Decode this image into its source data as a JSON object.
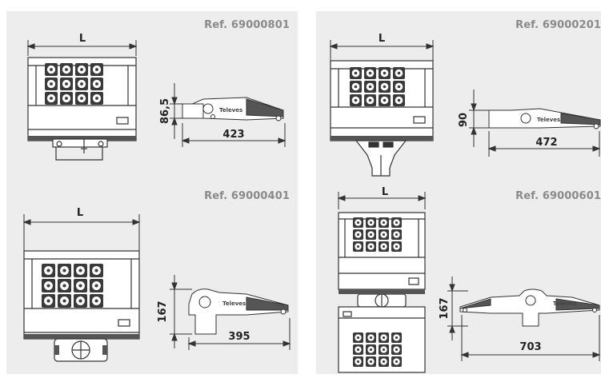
{
  "panels": [
    {
      "ref": "Ref. 69000801",
      "width_label": "L",
      "height_dim": "86,5",
      "length_dim": "423",
      "brand": "Televes"
    },
    {
      "ref": "Ref. 69000201",
      "width_label": "L",
      "height_dim": "90",
      "length_dim": "472",
      "brand": "Televes"
    },
    {
      "ref": "Ref. 69000401",
      "width_label": "L",
      "height_dim": "167",
      "length_dim": "395",
      "brand": "Televes"
    },
    {
      "ref": "Ref. 69000601",
      "width_label": "L",
      "height_dim": "167",
      "length_dim": "703",
      "brand": "Televes"
    }
  ],
  "colors": {
    "panel_bg": "#ededed",
    "ref_text": "#8a8a8a",
    "line": "#333333",
    "lamp_bg": "#ffffff"
  }
}
